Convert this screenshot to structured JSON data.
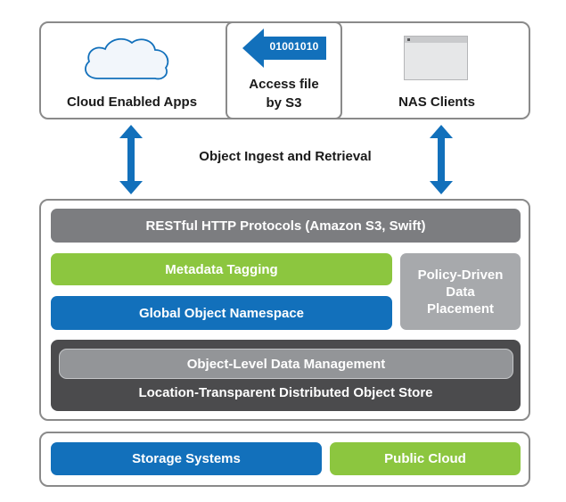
{
  "clients": {
    "cloud_apps": {
      "label": "Cloud Enabled Apps",
      "icon": "cloud-icon"
    },
    "s3_access": {
      "label_line1": "Access file",
      "label_line2": "by S3",
      "icon": "s3-arrow-icon",
      "binary": "01001010"
    },
    "nas": {
      "label": "NAS Clients",
      "icon": "window-icon"
    }
  },
  "ingest_label": "Object Ingest and Retrieval",
  "object_store": {
    "protocols": "RESTful HTTP Protocols (Amazon S3, Swift)",
    "metadata": "Metadata Tagging",
    "namespace": "Global Object Namespace",
    "policy_line1": "Policy-Driven",
    "policy_line2": "Data",
    "policy_line3": "Placement",
    "data_mgmt": "Object-Level Data Management",
    "distributed": "Location-Transparent Distributed Object Store"
  },
  "storage": {
    "systems": "Storage Systems",
    "public_cloud": "Public Cloud"
  },
  "colors": {
    "blue": "#1270bb",
    "green": "#8cc63f",
    "gray": "#7c7d80",
    "dark": "#4b4b4d",
    "border": "#8a8a8a"
  }
}
